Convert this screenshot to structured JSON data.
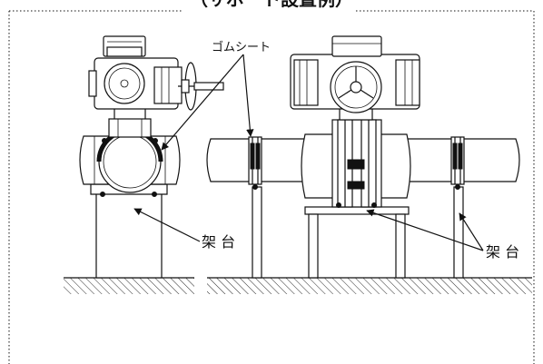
{
  "title": "（サポート設置例）",
  "labels": {
    "rubber_sheet": "ゴムシート",
    "stand_left": "架 台",
    "stand_right": "架 台"
  }
}
